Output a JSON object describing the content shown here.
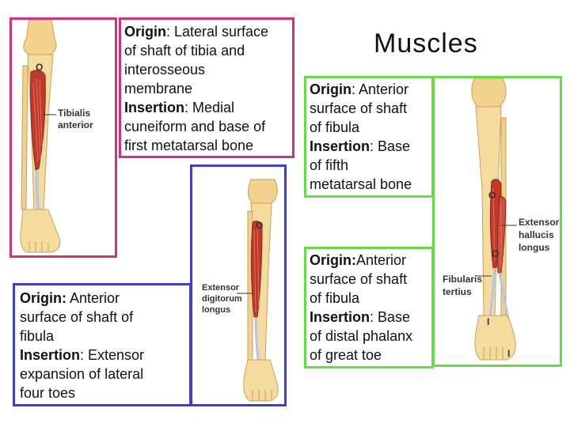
{
  "title": "Muscles",
  "colors": {
    "magenta": "#d4317a",
    "blue": "#4040d0",
    "green": "#66dd44",
    "muscle": "#c0392b",
    "bone": "#f2d28c"
  },
  "tibialis_anterior": {
    "figure_label_1": "Tibialis",
    "figure_label_2": "anterior",
    "marker": "O",
    "origin_label": "Origin",
    "origin_text_1": ": Lateral surface",
    "origin_text_2": "of shaft of tibia and",
    "origin_text_3": "interosseous",
    "origin_text_4": "membrane",
    "insertion_label": "Insertion",
    "insertion_text_1": ": Medial",
    "insertion_text_2": "cuneiform and base of",
    "insertion_text_3": "first metatarsal bone"
  },
  "extensor_digitorum_longus": {
    "figure_label_1": "Extensor",
    "figure_label_2": "digitorum",
    "figure_label_3": "longus",
    "marker": "O",
    "origin_label": "Origin:",
    "origin_text_1": " Anterior",
    "origin_text_2": "surface of shaft of",
    "origin_text_3": "fibula",
    "insertion_label": "Insertion",
    "insertion_text_1": ": Extensor",
    "insertion_text_2": "expansion of lateral",
    "insertion_text_3": "four toes"
  },
  "fibularis_tertius": {
    "origin_label": "Origin",
    "origin_text_1": ": Anterior",
    "origin_text_2": "surface of shaft",
    "origin_text_3": "of fibula",
    "insertion_label": "Insertion",
    "insertion_text_1": ": Base",
    "insertion_text_2": "of fifth",
    "insertion_text_3": "metatarsal bone"
  },
  "extensor_hallucis_longus": {
    "origin_label": "Origin:",
    "origin_text_1": "Anterior",
    "origin_text_2": "surface of shaft",
    "origin_text_3": "of fibula",
    "insertion_label": "Insertion",
    "insertion_text_1": ": Base",
    "insertion_text_2": "of distal phalanx",
    "insertion_text_3": "of great toe"
  },
  "right_figure": {
    "label_ehl_1": "Extensor",
    "label_ehl_2": "hallucis",
    "label_ehl_3": "longus",
    "label_ft_1": "Fibularis",
    "label_ft_2": "tertius",
    "marker_1": "O",
    "marker_2": "O",
    "marker_3": "I",
    "marker_4": "I"
  }
}
